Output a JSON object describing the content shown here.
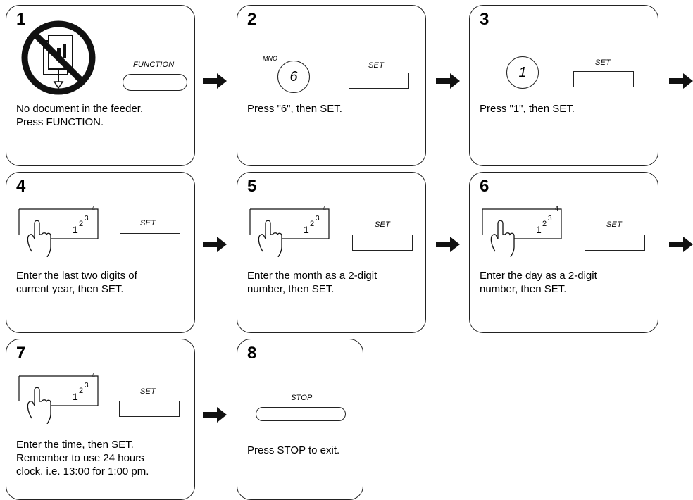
{
  "steps": [
    {
      "number": "1",
      "button_label": "FUNCTION",
      "description": "No document in the feeder.\nPress FUNCTION."
    },
    {
      "number": "2",
      "key_digit": "6",
      "key_letters": "MNO",
      "button_label": "SET",
      "description": "Press \"6\", then SET."
    },
    {
      "number": "3",
      "key_digit": "1",
      "button_label": "SET",
      "description": "Press \"1\", then SET."
    },
    {
      "number": "4",
      "button_label": "SET",
      "description": "Enter the last two digits of\ncurrent year, then SET."
    },
    {
      "number": "5",
      "button_label": "SET",
      "description": "Enter the month as a 2-digit\nnumber, then SET."
    },
    {
      "number": "6",
      "button_label": "SET",
      "description": "Enter the day as a 2-digit\nnumber, then SET."
    },
    {
      "number": "7",
      "button_label": "SET",
      "description": "Enter the time, then SET.\nRemember to use 24 hours\nclock. i.e. 13:00 for 1:00 pm."
    },
    {
      "number": "8",
      "button_label": "STOP",
      "description": "Press STOP to exit."
    }
  ],
  "entry_digits": [
    "1",
    "2",
    "3",
    "4"
  ]
}
